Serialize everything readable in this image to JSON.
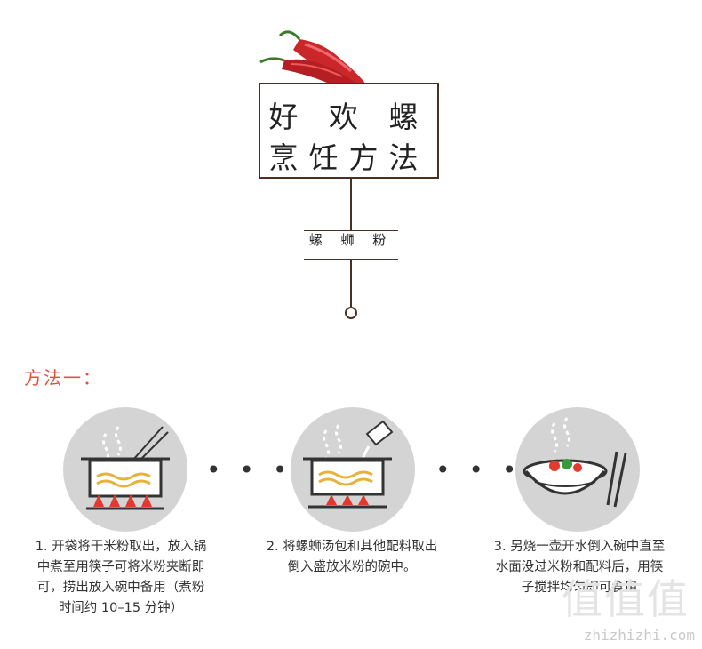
{
  "title": {
    "line1": "好 欢 螺",
    "line2": "烹饪方法"
  },
  "subtitle": "螺 蛳 粉",
  "method_heading": "方法一：",
  "dots": "• • •",
  "steps": [
    {
      "caption_lines": [
        "1. 开袋将干米粉取出，放入锅",
        "中煮至用筷子可将米粉夹断即",
        "可，捞出放入碗中备用（煮粉",
        "时间约 10–15 分钟）"
      ]
    },
    {
      "caption_lines": [
        "2. 将螺蛳汤包和其他配料取出",
        "倒入盛放米粉的碗中。"
      ]
    },
    {
      "caption_lines": [
        "3. 另烧一壶开水倒入碗中直至",
        "水面没过米粉和配料后，用筷",
        "子搅拌均匀即可食用"
      ]
    }
  ],
  "watermark": {
    "text": "zhizhizhi.com",
    "big": "值值值"
  },
  "colors": {
    "brown": "#4a2f22",
    "accent": "#e0523f",
    "circle": "#d4d4d4",
    "flame": "#e23b2e",
    "noodle": "#e8b13a"
  }
}
